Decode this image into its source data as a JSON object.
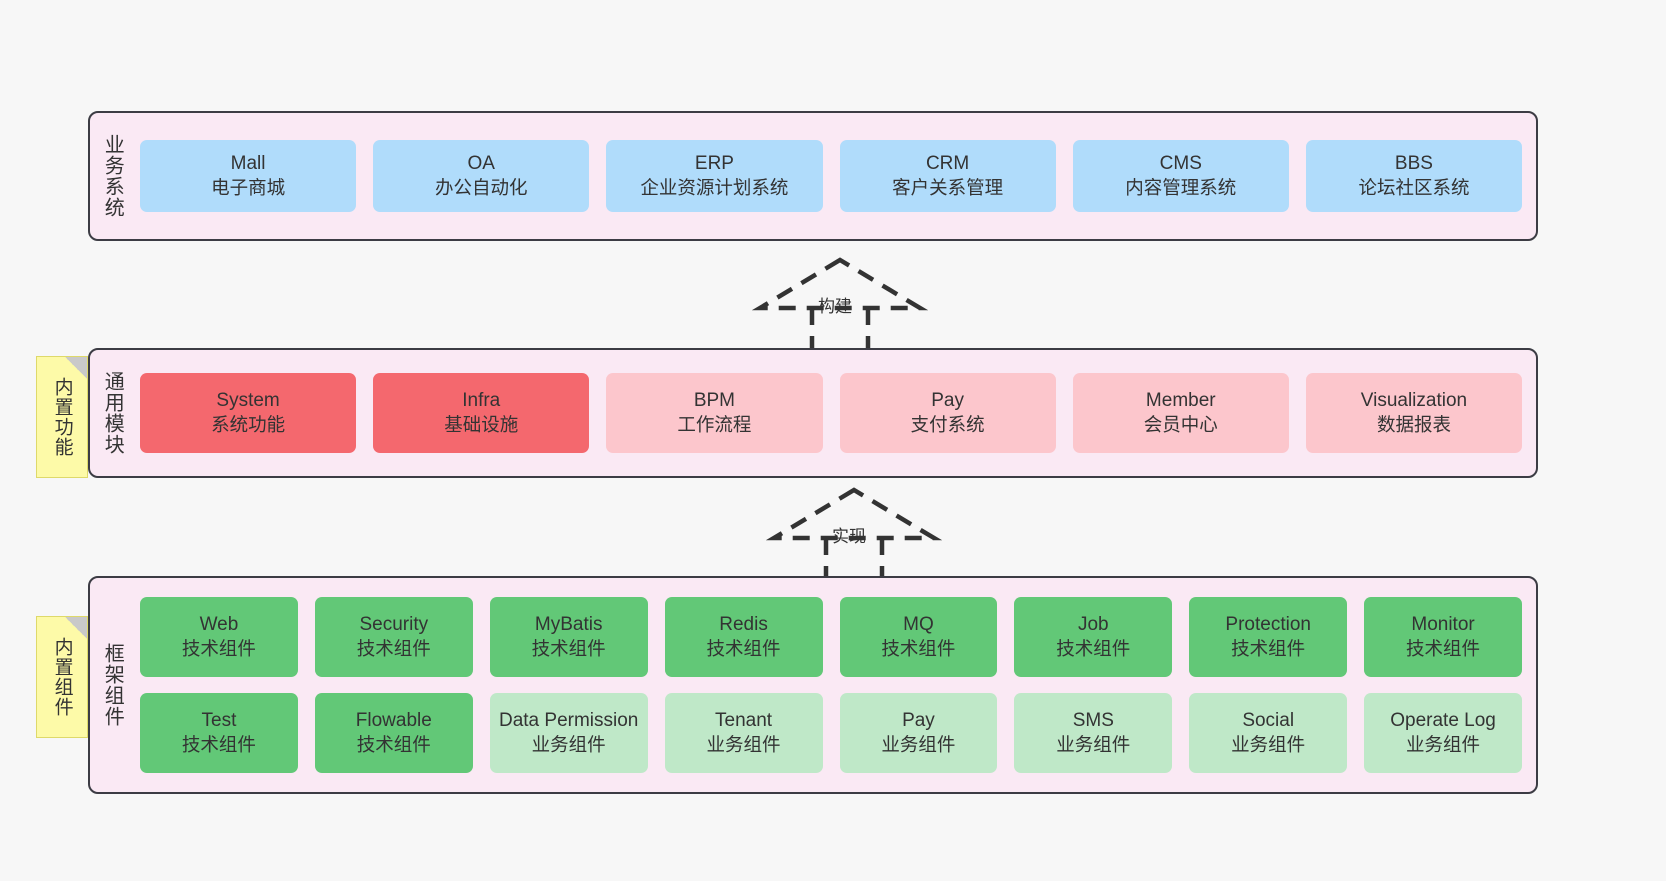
{
  "diagram": {
    "background_color": "#f7f7f7",
    "layer_fill": "#fae9f4",
    "layer_border": "#3c3c44",
    "note_fill": "#fdfaa8"
  },
  "layers": [
    {
      "id": "business",
      "label": "业务系统",
      "accent": "#b0dcfb",
      "rows": [
        {
          "cards": [
            {
              "en": "Mall",
              "cn": "电子商城",
              "style": "blue"
            },
            {
              "en": "OA",
              "cn": "办公自动化",
              "style": "blue"
            },
            {
              "en": "ERP",
              "cn": "企业资源计划系统",
              "style": "blue"
            },
            {
              "en": "CRM",
              "cn": "客户关系管理",
              "style": "blue"
            },
            {
              "en": "CMS",
              "cn": "内容管理系统",
              "style": "blue"
            },
            {
              "en": "BBS",
              "cn": "论坛社区系统",
              "style": "blue"
            }
          ]
        }
      ]
    },
    {
      "id": "common",
      "label": "通用模块",
      "accent": "#f4686e",
      "rows": [
        {
          "cards": [
            {
              "en": "System",
              "cn": "系统功能",
              "style": "red"
            },
            {
              "en": "Infra",
              "cn": "基础设施",
              "style": "red"
            },
            {
              "en": "BPM",
              "cn": "工作流程",
              "style": "pink"
            },
            {
              "en": "Pay",
              "cn": "支付系统",
              "style": "pink"
            },
            {
              "en": "Member",
              "cn": "会员中心",
              "style": "pink"
            },
            {
              "en": "Visualization",
              "cn": "数据报表",
              "style": "pink"
            }
          ]
        }
      ]
    },
    {
      "id": "framework",
      "label": "框架组件",
      "accent": "#62c877",
      "rows": [
        {
          "cards": [
            {
              "en": "Web",
              "cn": "技术组件",
              "style": "green"
            },
            {
              "en": "Security",
              "cn": "技术组件",
              "style": "green"
            },
            {
              "en": "MyBatis",
              "cn": "技术组件",
              "style": "green"
            },
            {
              "en": "Redis",
              "cn": "技术组件",
              "style": "green"
            },
            {
              "en": "MQ",
              "cn": "技术组件",
              "style": "green"
            },
            {
              "en": "Job",
              "cn": "技术组件",
              "style": "green"
            },
            {
              "en": "Protection",
              "cn": "技术组件",
              "style": "green"
            },
            {
              "en": "Monitor",
              "cn": "技术组件",
              "style": "green"
            }
          ]
        },
        {
          "cards": [
            {
              "en": "Test",
              "cn": "技术组件",
              "style": "green"
            },
            {
              "en": "Flowable",
              "cn": "技术组件",
              "style": "green"
            },
            {
              "en": "Data Permission",
              "cn": "业务组件",
              "style": "lightgreen"
            },
            {
              "en": "Tenant",
              "cn": "业务组件",
              "style": "lightgreen"
            },
            {
              "en": "Pay",
              "cn": "业务组件",
              "style": "lightgreen"
            },
            {
              "en": "SMS",
              "cn": "业务组件",
              "style": "lightgreen"
            },
            {
              "en": "Social",
              "cn": "业务组件",
              "style": "lightgreen"
            },
            {
              "en": "Operate Log",
              "cn": "业务组件",
              "style": "lightgreen"
            }
          ]
        }
      ]
    }
  ],
  "notes": [
    {
      "id": "features",
      "label": "内置功能"
    },
    {
      "id": "components",
      "label": "内置组件"
    }
  ],
  "arrows": [
    {
      "id": "build",
      "label": "构建"
    },
    {
      "id": "impl",
      "label": "实现"
    }
  ]
}
